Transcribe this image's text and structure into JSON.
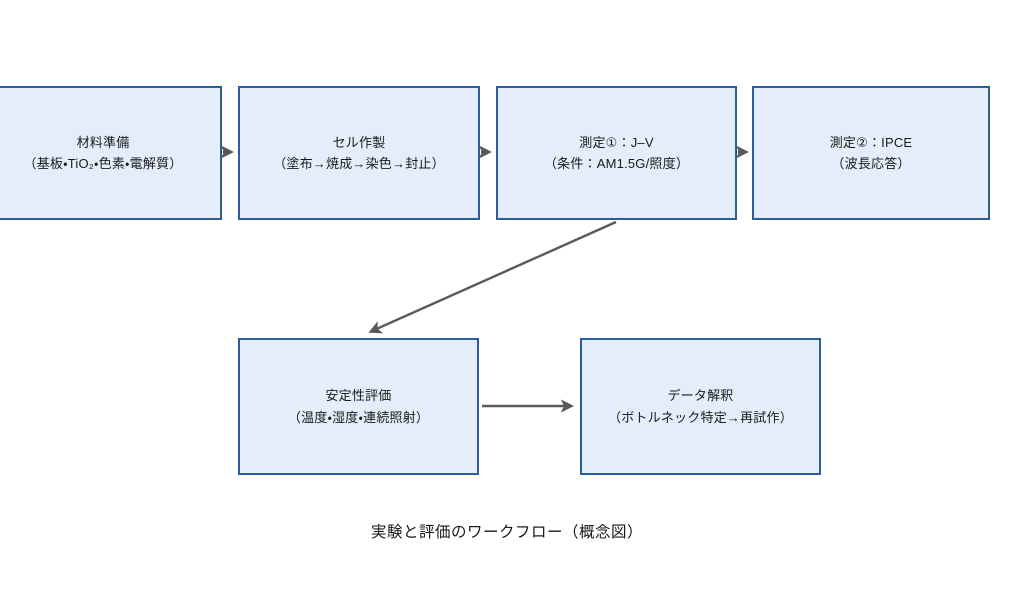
{
  "diagram": {
    "caption": "実験と評価のワークフロー（概念図）",
    "boxes": [
      {
        "title": "材料準備",
        "subtitle": "（基板・TiO₂・色素・電解質）"
      },
      {
        "title": "セル作製",
        "subtitle": "（塗布→焼成→染色→封止）"
      },
      {
        "title": "測定①：J–V",
        "subtitle": "（条件：AM1.5G/照度）"
      },
      {
        "title": "測定②：IPCE",
        "subtitle": "（波長応答）"
      },
      {
        "title": "安定性評価",
        "subtitle": "（温度・湿度・連続照射）"
      },
      {
        "title": "データ解釈",
        "subtitle": "（ボトルネック特定→再試作）"
      }
    ],
    "colors": {
      "box_fill": "#e3eefa",
      "box_border": "#2b5c9d",
      "arrow": "#595959",
      "text": "#1a1a1a",
      "bg": "#ffffff"
    }
  }
}
